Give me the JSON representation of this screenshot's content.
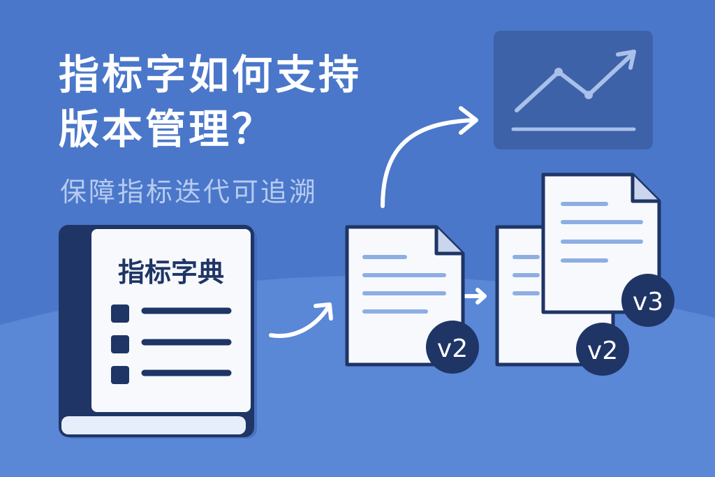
{
  "header": {
    "title_line1": "指标字如何支持",
    "title_line2": "版本管理？",
    "subtitle": "保障指标迭代可追溯"
  },
  "book": {
    "title": "指标字典",
    "icon": "book-icon"
  },
  "documents": {
    "first_badge": "v2",
    "second_badge": "v2",
    "third_badge": "v3"
  },
  "chart_panel": {
    "icon": "trend-up-chart-icon"
  },
  "colors": {
    "background": "#4a77c9",
    "hill": "#5a87d6",
    "navy": "#1f3566",
    "paper": "#f7f9fd",
    "line_light": "#8eaee3",
    "panel": "#3d62a8"
  }
}
